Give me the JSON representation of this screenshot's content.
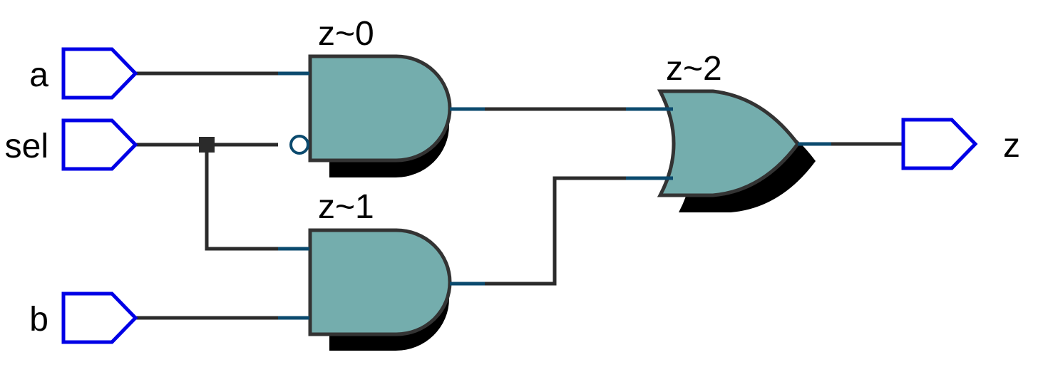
{
  "inputs": [
    {
      "id": "a",
      "label": "a"
    },
    {
      "id": "sel",
      "label": "sel"
    },
    {
      "id": "b",
      "label": "b"
    }
  ],
  "outputs": [
    {
      "id": "z",
      "label": "z"
    }
  ],
  "gates": [
    {
      "id": "z0",
      "type": "AND",
      "label": "z~0",
      "inputs": [
        "a",
        "NOT sel"
      ]
    },
    {
      "id": "z1",
      "type": "AND",
      "label": "z~1",
      "inputs": [
        "sel",
        "b"
      ]
    },
    {
      "id": "z2",
      "type": "OR",
      "label": "z~2",
      "inputs": [
        "z~0",
        "z~1"
      ]
    }
  ],
  "colors": {
    "port_stroke": "#0000e6",
    "gate_fill": "#74adad",
    "gate_stroke": "#333333",
    "wire": "#2b2b2b",
    "pin": "#0b4a6e",
    "shadow": "#000000"
  }
}
